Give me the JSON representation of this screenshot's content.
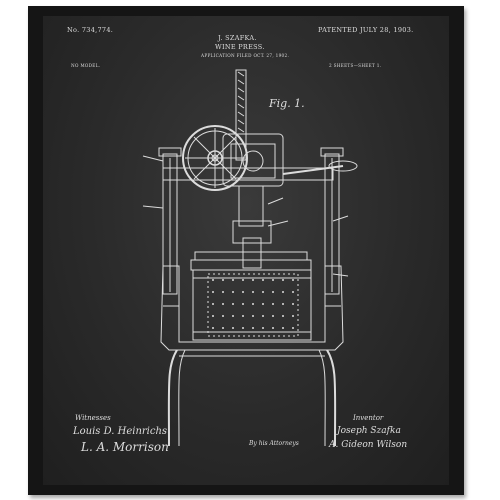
{
  "patent": {
    "number": "No. 734,774.",
    "date": "PATENTED JULY 28, 1903.",
    "inventor_name": "J. SZAFKA.",
    "title": "WINE PRESS.",
    "application": "APPLICATION FILED OCT. 27, 1902.",
    "model": "NO MODEL.",
    "sheets": "2 SHEETS—SHEET 1.",
    "figure": "Fig. 1."
  },
  "signatures": {
    "witnesses_label": "Witnesses",
    "witness_1": "Louis D. Heinrichs",
    "witness_2": "L. A. Morrison",
    "inventor_label": "Inventor",
    "inventor_signature": "Joseph Szafka",
    "attorney_line": "By his Attorneys",
    "attorney_signature": "A. Gideon Wilson"
  },
  "colors": {
    "frame": "#151515",
    "board": "#2a2a2a",
    "ink": "#dedede"
  }
}
